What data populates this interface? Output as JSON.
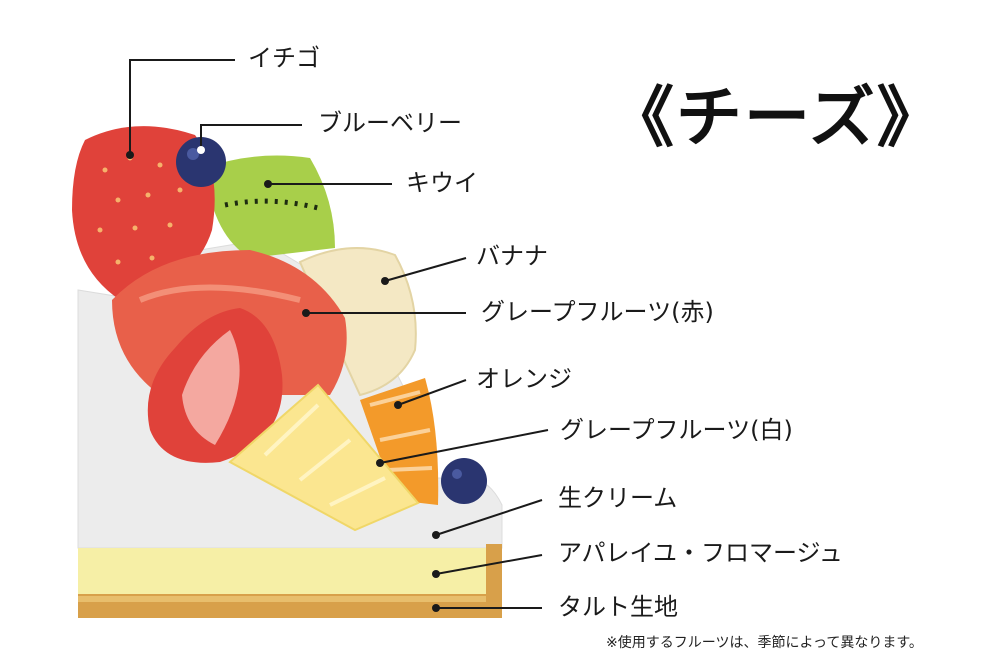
{
  "title": "《チーズ》",
  "labels": {
    "strawberry": "イチゴ",
    "blueberry": "ブルーベリー",
    "kiwi": "キウイ",
    "banana": "バナナ",
    "grapefruit_red": "グレープフルーツ(赤)",
    "orange": "オレンジ",
    "grapefruit_white": "グレープフルーツ(白)",
    "fresh_cream": "生クリーム",
    "cheese_layer": "アパレイユ・フロマージュ",
    "tart_crust": "タルト生地"
  },
  "footnote": "※使用するフルーツは、季節によって異なります。",
  "colors": {
    "strawberry": "#e0423a",
    "blueberry": "#2a3570",
    "kiwi": "#a8cf4a",
    "banana": "#f4e8c4",
    "grapefruit_red": "#e8604a",
    "orange": "#f39a2a",
    "grapefruit_white": "#fbe690",
    "cream": "#eeeeee",
    "cheese": "#f6efa6",
    "crust": "#d8a04a"
  }
}
